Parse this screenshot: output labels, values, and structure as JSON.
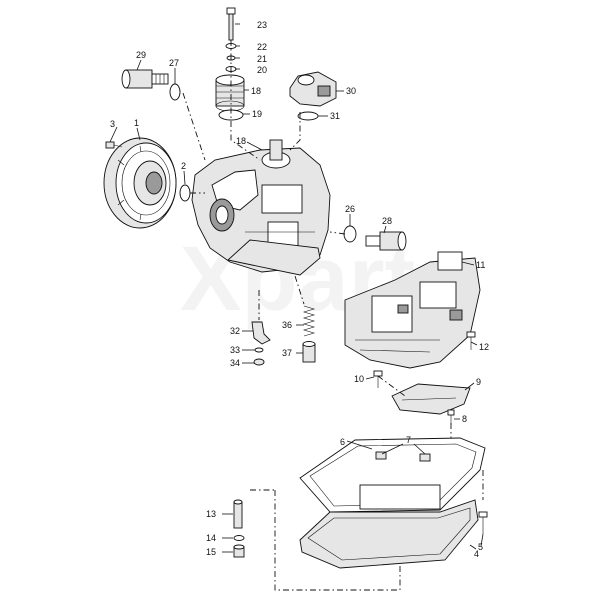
{
  "watermark": "Xparts",
  "callouts": [
    {
      "id": "1",
      "label": "1"
    },
    {
      "id": "2",
      "label": "2"
    },
    {
      "id": "3",
      "label": "3"
    },
    {
      "id": "4",
      "label": "4"
    },
    {
      "id": "5",
      "label": "5"
    },
    {
      "id": "6",
      "label": "6"
    },
    {
      "id": "7",
      "label": "7"
    },
    {
      "id": "8",
      "label": "8"
    },
    {
      "id": "9",
      "label": "9"
    },
    {
      "id": "10",
      "label": "10"
    },
    {
      "id": "11",
      "label": "11"
    },
    {
      "id": "12",
      "label": "12"
    },
    {
      "id": "13",
      "label": "13"
    },
    {
      "id": "14",
      "label": "14"
    },
    {
      "id": "15",
      "label": "15"
    },
    {
      "id": "18a",
      "label": "18"
    },
    {
      "id": "18b",
      "label": "18"
    },
    {
      "id": "19",
      "label": "19"
    },
    {
      "id": "20",
      "label": "20"
    },
    {
      "id": "21",
      "label": "21"
    },
    {
      "id": "22",
      "label": "22"
    },
    {
      "id": "23",
      "label": "23"
    },
    {
      "id": "26",
      "label": "26"
    },
    {
      "id": "27",
      "label": "27"
    },
    {
      "id": "28",
      "label": "28"
    },
    {
      "id": "29",
      "label": "29"
    },
    {
      "id": "30",
      "label": "30"
    },
    {
      "id": "31",
      "label": "31"
    },
    {
      "id": "32",
      "label": "32"
    },
    {
      "id": "33",
      "label": "33"
    },
    {
      "id": "34",
      "label": "34"
    },
    {
      "id": "36",
      "label": "36"
    },
    {
      "id": "37",
      "label": "37"
    }
  ]
}
